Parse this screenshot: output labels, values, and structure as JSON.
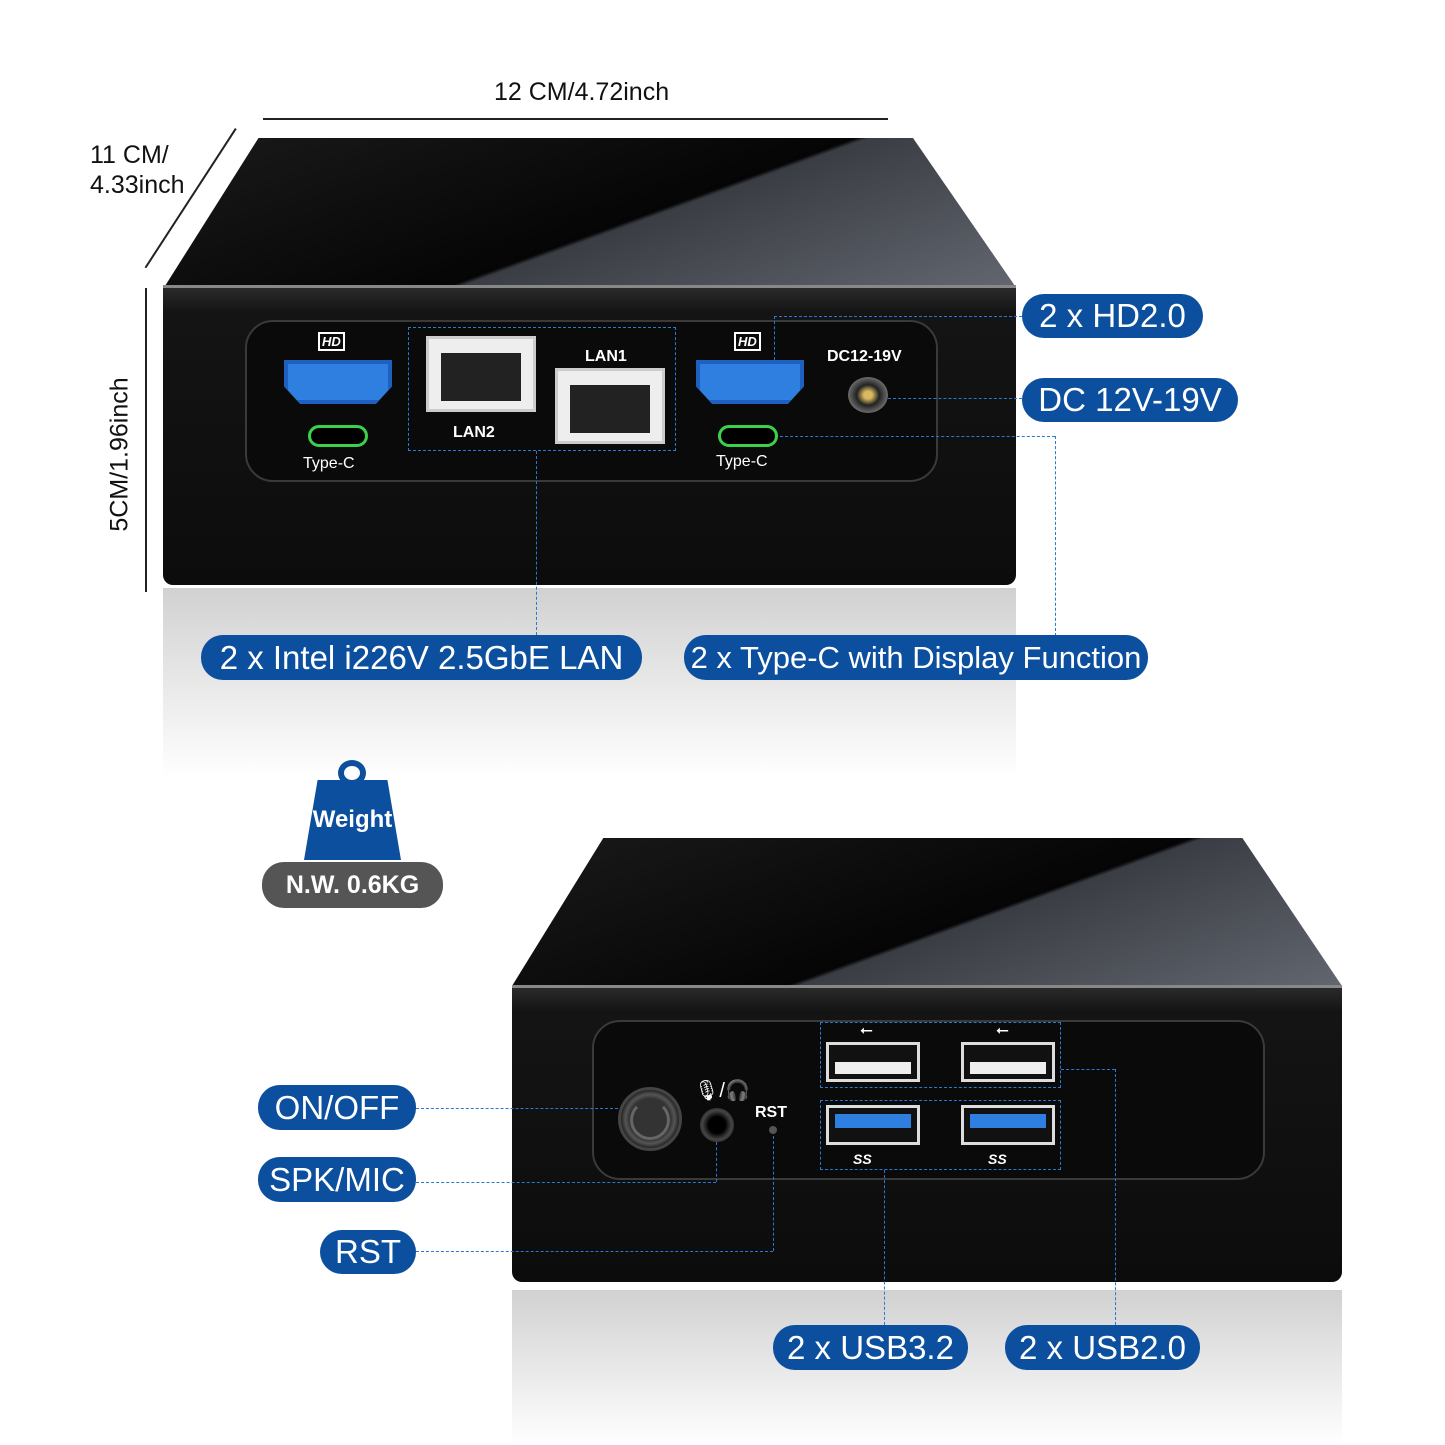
{
  "dimensions": {
    "width": "12 CM/4.72inch",
    "depth_line1": "11 CM/",
    "depth_line2": "4.33inch",
    "height": "5CM/1.96inch"
  },
  "front_ports": {
    "hd_icon": "HD",
    "type_c": "Type-C",
    "lan1": "LAN1",
    "lan2": "LAN2",
    "dc": "DC12-19V"
  },
  "callouts": {
    "hdmi": "2 x HD2.0",
    "dc": "DC 12V-19V",
    "lan": "2 x Intel i226V 2.5GbE LAN",
    "typec": "2 x Type-C with Display Function",
    "onoff": "ON/OFF",
    "spkmic": "SPK/MIC",
    "rst": "RST",
    "usb3": "2 x USB3.2",
    "usb2": "2 x USB2.0"
  },
  "weight": {
    "icon_label": "Weight",
    "value": "N.W. 0.6KG"
  },
  "rear_ports": {
    "rst": "RST",
    "ss": "SS"
  },
  "colors": {
    "accent": "#0b4f9e",
    "weight_pill": "#555555"
  }
}
